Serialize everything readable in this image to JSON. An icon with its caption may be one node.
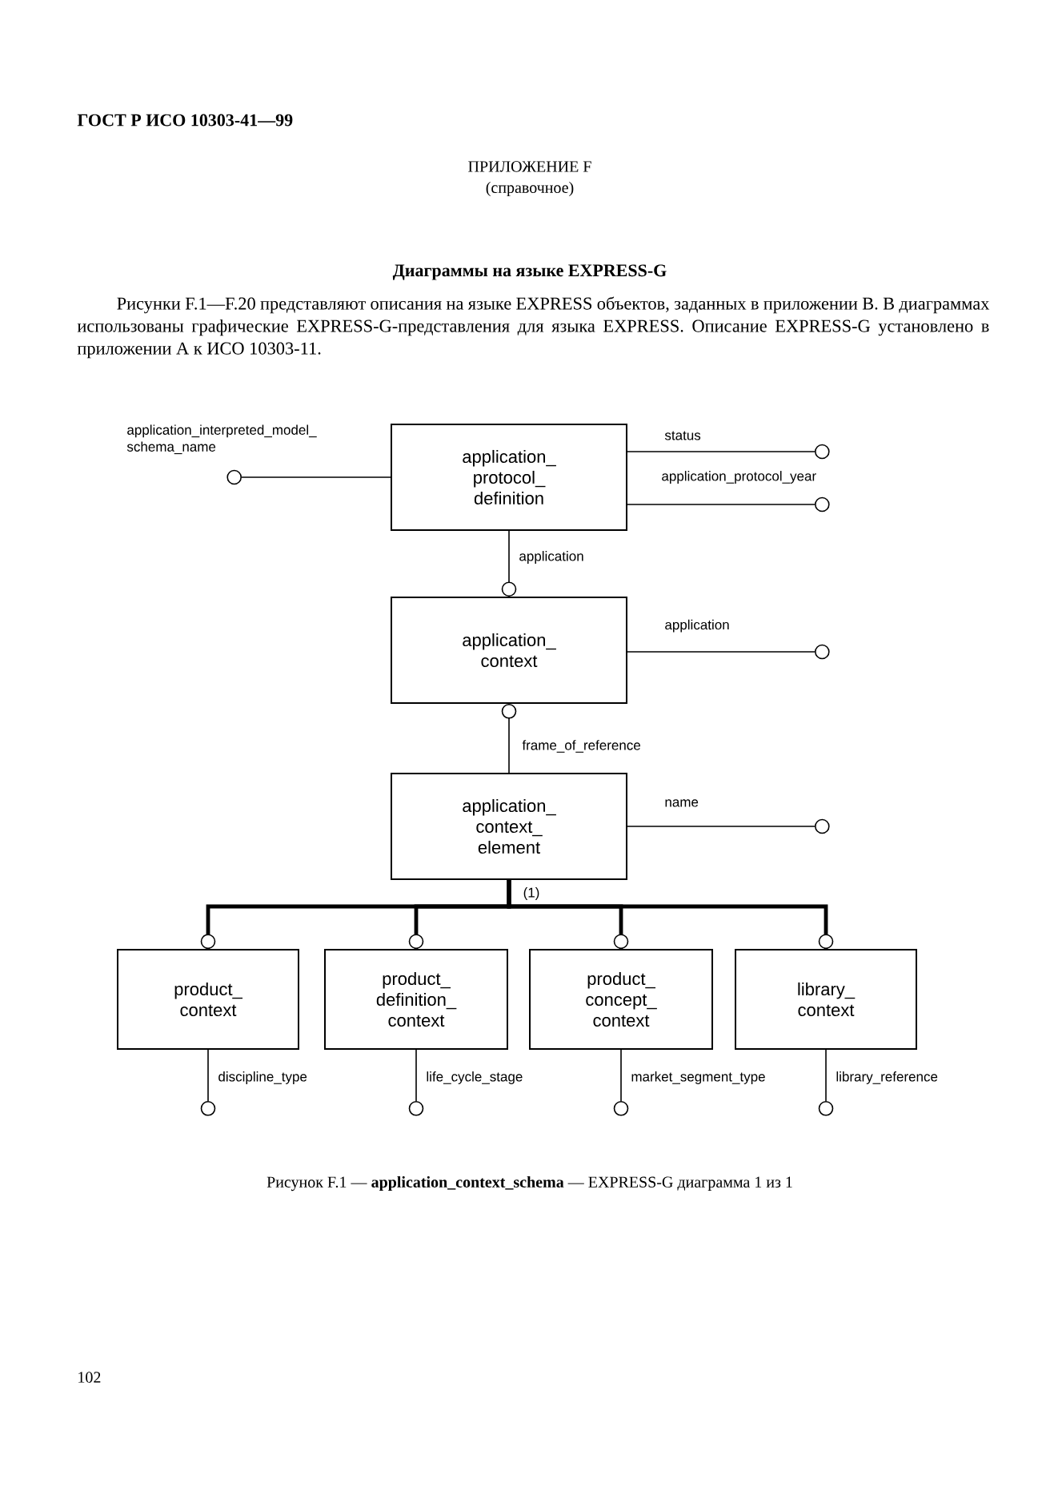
{
  "diagram": {
    "title": "Диаграммы на языке EXPRESS-G",
    "caption": "Рисунок F.1 — **application_context_schema** — EXPRESS-G диаграмма 1 из 1",
    "nodes": [
      {
        "text": [
          "application_ protocol_ definition"
        ]
      },
      {
        "text": [
          "application_ context"
        ]
      },
      {
        "text": [
          "application_ context_ element"
        ]
      },
      {
        "text": [
          "product_ context"
        ]
      },
      {
        "text": [
          "product_ definition_ context"
        ]
      },
      {
        "text": [
          "product_ concept_ context"
        ]
      },
      {
        "text": [
          "library_ context"
        ]
      }
    ],
    "edges": [
      {
        "from": 0,
        "to": null,
        "arrow": "other",
        "label": "application_interpreted_model_ schema_name"
      },
      {
        "from": 0,
        "to": null,
        "arrow": "other",
        "label": "status"
      },
      {
        "from": 0,
        "to": null,
        "arrow": "other",
        "label": "application_protocol_year"
      },
      {
        "from": 0,
        "to": 1,
        "arrow": "other",
        "label": "application"
      },
      {
        "from": 1,
        "to": null,
        "arrow": "other",
        "label": "application"
      },
      {
        "from": 2,
        "to": 1,
        "arrow": "other",
        "label": "frame_of_reference"
      },
      {
        "from": 2,
        "to": null,
        "arrow": "other",
        "label": "name"
      },
      {
        "from": 2,
        "to": 3,
        "arrow": "other",
        "style": "thick"
      },
      {
        "from": 2,
        "to": 4,
        "arrow": "other",
        "style": "thick"
      },
      {
        "from": 2,
        "to": 5,
        "arrow": "other",
        "style": "thick"
      },
      {
        "from": 2,
        "to": 6,
        "arrow": "other",
        "style": "thick"
      },
      {
        "from": 3,
        "to": null,
        "arrow": "other",
        "label": "discipline_type"
      },
      {
        "from": 4,
        "to": null,
        "arrow": "other",
        "label": "life_cycle_stage"
      },
      {
        "from": 5,
        "to": null,
        "arrow": "other",
        "label": "market_segment_type"
      },
      {
        "from": 6,
        "to": null,
        "arrow": "other",
        "label": "library_reference"
      }
    ],
    "labels": [
      "ГОСТ Р ИСО 10303-41—99",
      "ПРИЛОЖЕНИЕ F",
      "(справочное)",
      "Рисунки F.1—F.20 представляют описания на языке EXPRESS объектов, заданных в приложении B. В диаграммах использованы графические EXPRESS-G-представления для языка EXPRESS. Описание EXPRESS-G установлено в приложении A к ИСО 10303-11.",
      "(1)",
      "102"
    ]
  }
}
